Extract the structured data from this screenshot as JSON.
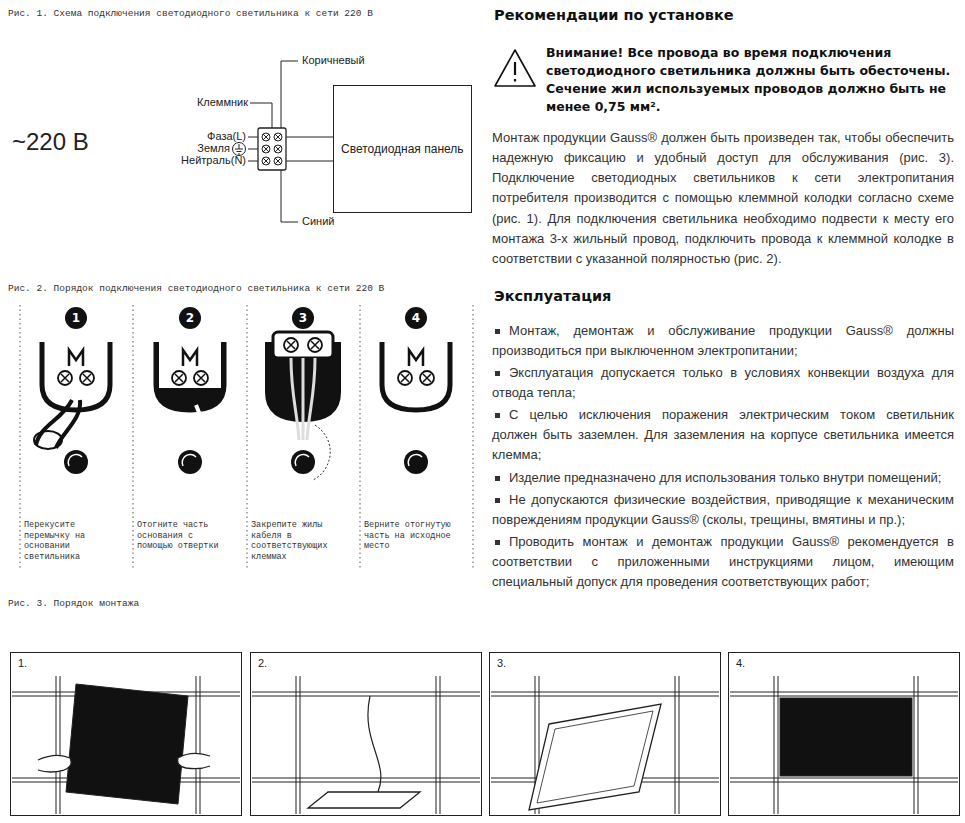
{
  "diagram": {
    "nodes": [
      {
        "text": [
          "Светодиодная панель"
        ]
      },
      {
        "text": [
          "1"
        ]
      },
      {
        "text": [
          "2"
        ]
      },
      {
        "text": [
          "3"
        ]
      },
      {
        "text": [
          "4"
        ]
      },
      {
        "text": [
          "1."
        ]
      },
      {
        "text": [
          "2."
        ]
      },
      {
        "text": [
          "3."
        ]
      },
      {
        "text": [
          "4."
        ]
      }
    ],
    "labels": [
      "Рис. 1. Схема подключения светодиодного светильника к сети 220 В",
      "~220 В",
      "Клеммник",
      "Фаза(L)",
      "Земля",
      "Нейтраль(N)",
      "Коричневый",
      "Синий",
      "Рис. 2. Порядок подключения светодиодного светильника к сети 220 В",
      "Перекусите перемычку на основании светильника",
      "Отогните часть основания с помощью отвертки",
      "Закрепите жилы кабеля в соответствующих клеммах",
      "Верните отогнутую часть на исходное место",
      "Рис. 3. Порядок монтажа",
      "Рекомендации по установке",
      "Внимание! Все провода во время подключения светодиодного светильника должны быть обесточены. Сечение жил используемых проводов должно быть не менее 0,75 мм².",
      "Монтаж продукции Gauss® должен быть произведен так, чтобы обеспечить надежную фиксацию и удобный доступ для обслуживания (рис. 3). Подключение светодиодных светильников к сети электропитания потребителя производится с помощью клеммной колодки согласно схеме (рис. 1). Для подключения светильника необходимо подвести к месту его монтажа 3-х жильный провод, подключить провода к клеммной колодке в соответствии с указанной полярностью (рис. 2).",
      "Эксплуатация",
      "Монтаж, демонтаж и обслуживание продукции Gauss® должны производиться при выключенном электропитании;",
      "Эксплуатация допускается только в условиях конвекции воздуха для отвода тепла;",
      "С целью исключения поражения электрическим током светильник должен быть заземлен. Для заземления на корпусе светильника имеется клемма;",
      "Изделие предназначено для использования только внутри помещений;",
      "Не допускаются физические воздействия, приводящие к механическим повреждениям продукции Gauss® (сколы, трещины, вмятины и пр.);",
      "Проводить монтаж и демонтаж продукции Gauss® рекомендуется в соответствии с приложенными инструкциями лицом, имеющим специальный допуск для проведения соответствующих работ;"
    ]
  }
}
